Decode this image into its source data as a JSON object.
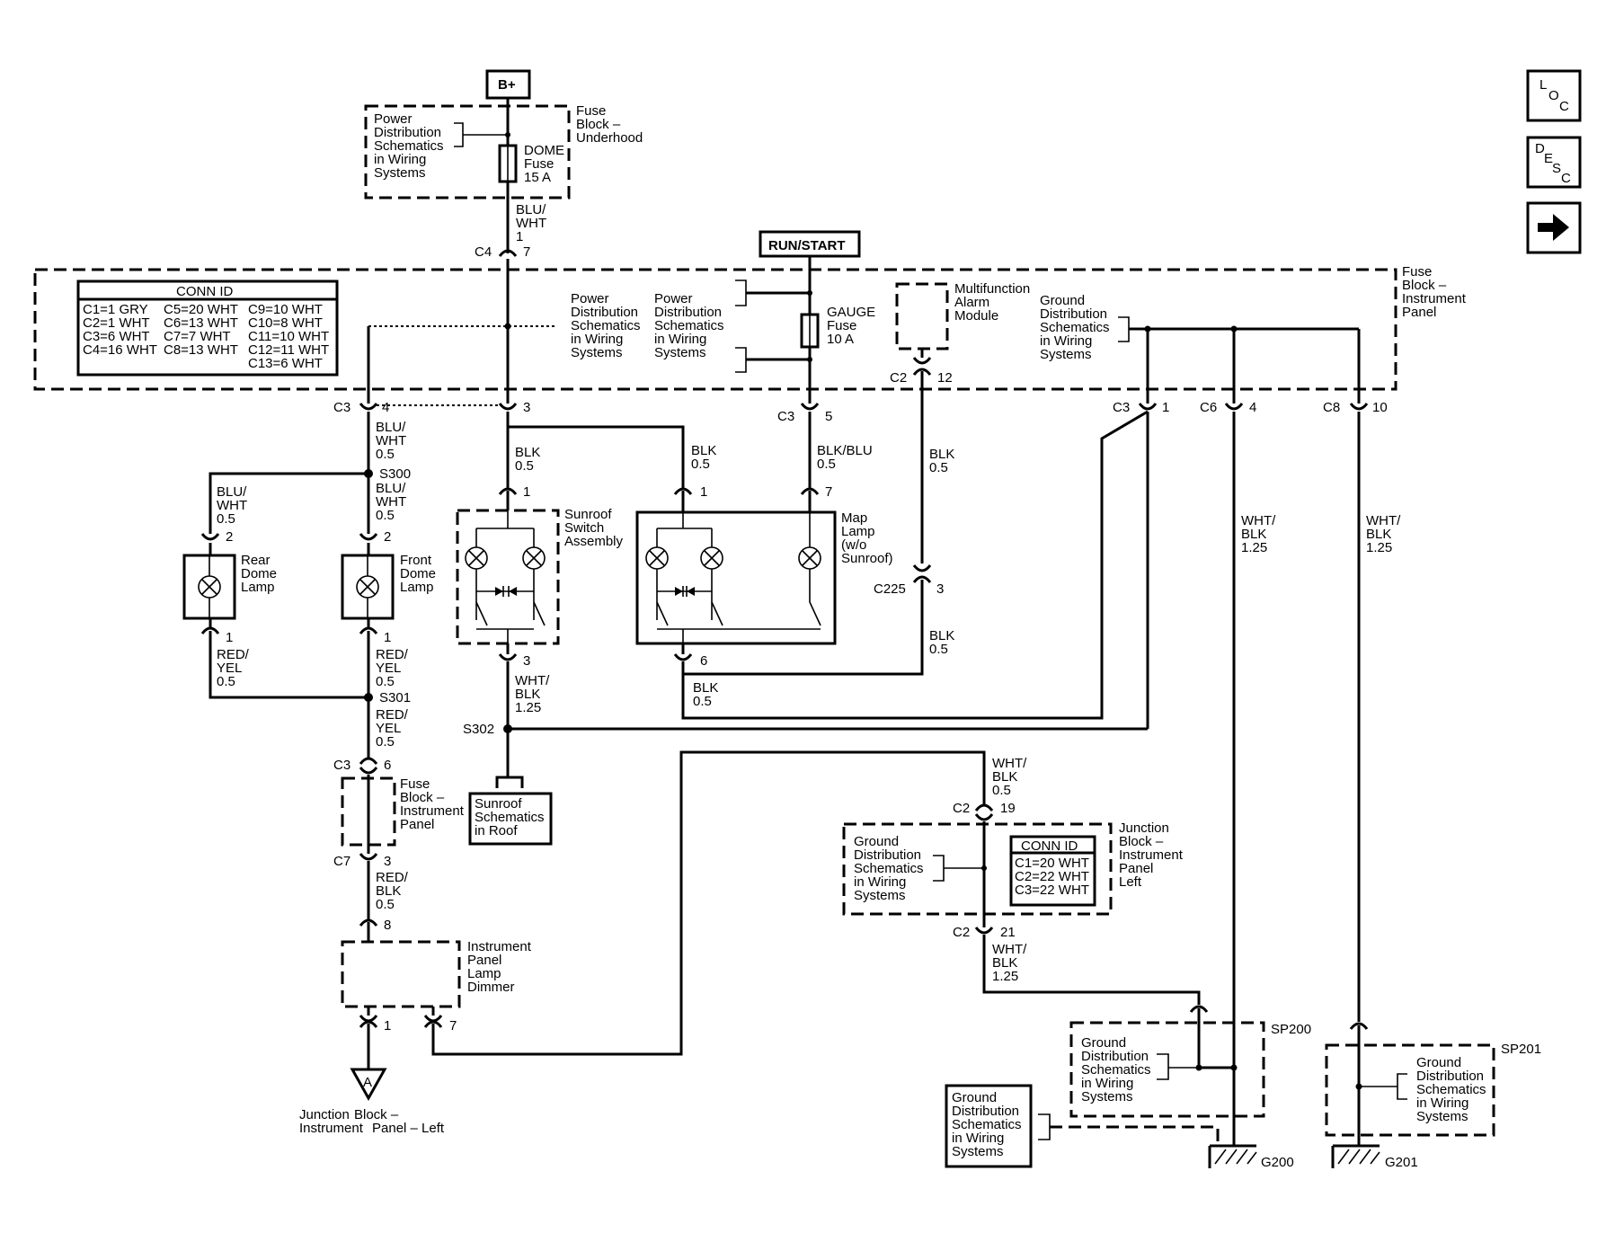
{
  "header_boxes": {
    "battery": "B+",
    "run_start": "RUN/START"
  },
  "nav_buttons": {
    "loc": {
      "letters": [
        "L",
        "O",
        "C"
      ]
    },
    "desc": {
      "letters": [
        "D",
        "E",
        "S",
        "C"
      ]
    },
    "next": {
      "glyph": "arrow-right-icon"
    }
  },
  "conn_id_ip": {
    "title": "CONN ID",
    "col1": [
      "C1=1 GRY",
      "C2=1 WHT",
      "C3=6 WHT",
      "C4=16 WHT"
    ],
    "col2": [
      "C5=20 WHT",
      "C6=13 WHT",
      "C7=7 WHT",
      "C8=13 WHT"
    ],
    "col3": [
      "C9=10 WHT",
      "C10=8 WHT",
      "C11=10 WHT",
      "C12=11 WHT",
      "C13=6 WHT"
    ]
  },
  "conn_id_jb": {
    "title": "CONN ID",
    "rows": [
      "C1=20 WHT",
      "C2=22 WHT",
      "C3=22 WHT"
    ]
  },
  "components": {
    "fuse_block_underhood": [
      "Fuse",
      "Block –",
      "Underhood"
    ],
    "pds_underhood": [
      "Power",
      "Distribution",
      "Schematics",
      "in Wiring",
      "Systems"
    ],
    "dome_fuse": [
      "DOME",
      "Fuse",
      "15 A"
    ],
    "fuse_block_ip": [
      "Fuse",
      "Block –",
      "Instrument",
      "Panel"
    ],
    "pds_ip_left": [
      "Power",
      "Distribution",
      "Schematics",
      "in Wiring",
      "Systems"
    ],
    "pds_ip_right": [
      "Power",
      "Distribution",
      "Schematics",
      "in Wiring",
      "Systems"
    ],
    "gauge_fuse": [
      "GAUGE",
      "Fuse",
      "10 A"
    ],
    "alarm_module": [
      "Multifunction",
      "Alarm",
      "Module"
    ],
    "gds_ip": [
      "Ground",
      "Distribution",
      "Schematics",
      "in Wiring",
      "Systems"
    ],
    "rear_dome": [
      "Rear",
      "Dome",
      "Lamp"
    ],
    "front_dome": [
      "Front",
      "Dome",
      "Lamp"
    ],
    "sunroof_switch": [
      "Sunroof",
      "Switch",
      "Assembly"
    ],
    "map_lamp": [
      "Map",
      "Lamp",
      "(w/o",
      "Sunroof)"
    ],
    "fuse_block_ip2": [
      "Fuse",
      "Block –",
      "Instrument",
      "Panel"
    ],
    "sunroof_schem": [
      "Sunroof",
      "Schematics",
      "in Roof"
    ],
    "ip_dimmer": [
      "Instrument",
      "Panel",
      "Lamp",
      "Dimmer"
    ],
    "jb_left": [
      "Junction",
      "Block –",
      "Instrument",
      "Panel – Left"
    ],
    "jb_ip_left": [
      "Junction",
      "Block –",
      "Instrument",
      "Panel",
      "Left"
    ],
    "gds_jb": [
      "Ground",
      "Distribution",
      "Schematics",
      "in Wiring",
      "Systems"
    ],
    "gds_sp200": [
      "Ground",
      "Distribution",
      "Schematics",
      "in Wiring",
      "Systems"
    ],
    "gds_g200": [
      "Ground",
      "Distribution",
      "Schematics",
      "in Wiring",
      "Systems"
    ],
    "gds_sp201": [
      "Ground",
      "Distribution",
      "Schematics",
      "in Wiring",
      "Systems"
    ],
    "ref_a": "A"
  },
  "wires": {
    "blu_wht_1": [
      "BLU/",
      "WHT",
      "1"
    ],
    "blu_wht_05a": [
      "BLU/",
      "WHT",
      "0.5"
    ],
    "blu_wht_05b": [
      "BLU/",
      "WHT",
      "0.5"
    ],
    "blu_wht_05c": [
      "BLU/",
      "WHT",
      "0.5"
    ],
    "blk_05a": [
      "BLK",
      "0.5"
    ],
    "blk_05b": [
      "BLK",
      "0.5"
    ],
    "blk_blu_05": [
      "BLK/BLU",
      "0.5"
    ],
    "blk_05c": [
      "BLK",
      "0.5"
    ],
    "blk_05d": [
      "BLK",
      "0.5"
    ],
    "blk_05e": [
      "BLK",
      "0.5"
    ],
    "wht_blk_125a": [
      "WHT/",
      "BLK",
      "1.25"
    ],
    "wht_blk_125b": [
      "WHT/",
      "BLK",
      "1.25"
    ],
    "wht_blk_125c": [
      "WHT/",
      "BLK",
      "1.25"
    ],
    "red_yel_05a": [
      "RED/",
      "YEL",
      "0.5"
    ],
    "red_yel_05b": [
      "RED/",
      "YEL",
      "0.5"
    ],
    "red_yel_05c": [
      "RED/",
      "YEL",
      "0.5"
    ],
    "red_blk_05": [
      "RED/",
      "BLK",
      "0.5"
    ],
    "wht_blk_05": [
      "WHT/",
      "BLK",
      "0.5"
    ],
    "wht_blk_125d": [
      "WHT/",
      "BLK",
      "1.25"
    ]
  },
  "connectors": {
    "c4_7": [
      "C4",
      "7"
    ],
    "c3_4": [
      "C3",
      "4"
    ],
    "c3_3": "3",
    "c3_5": [
      "C3",
      "5"
    ],
    "c2_12": [
      "C2",
      "12"
    ],
    "c3_1": [
      "C3",
      "1"
    ],
    "c6_4": [
      "C6",
      "4"
    ],
    "c8_10": [
      "C8",
      "10"
    ],
    "rear_2": "2",
    "rear_1": "1",
    "front_2": "2",
    "front_1": "1",
    "sw_1": "1",
    "sw_3": "3",
    "map_1": "1",
    "map_7": "7",
    "map_6": "6",
    "c225_3": [
      "C225",
      "3"
    ],
    "c3_6": [
      "C3",
      "6"
    ],
    "c7_3": [
      "C7",
      "3"
    ],
    "dim_8": "8",
    "dim_1": "1",
    "dim_7": "7",
    "c2_19": [
      "C2",
      "19"
    ],
    "c2_21": [
      "C2",
      "21"
    ]
  },
  "splices": {
    "s300": "S300",
    "s301": "S301",
    "s302": "S302",
    "sp200": "SP200",
    "sp201": "SP201"
  },
  "grounds": {
    "g200": "G200",
    "g201": "G201"
  }
}
